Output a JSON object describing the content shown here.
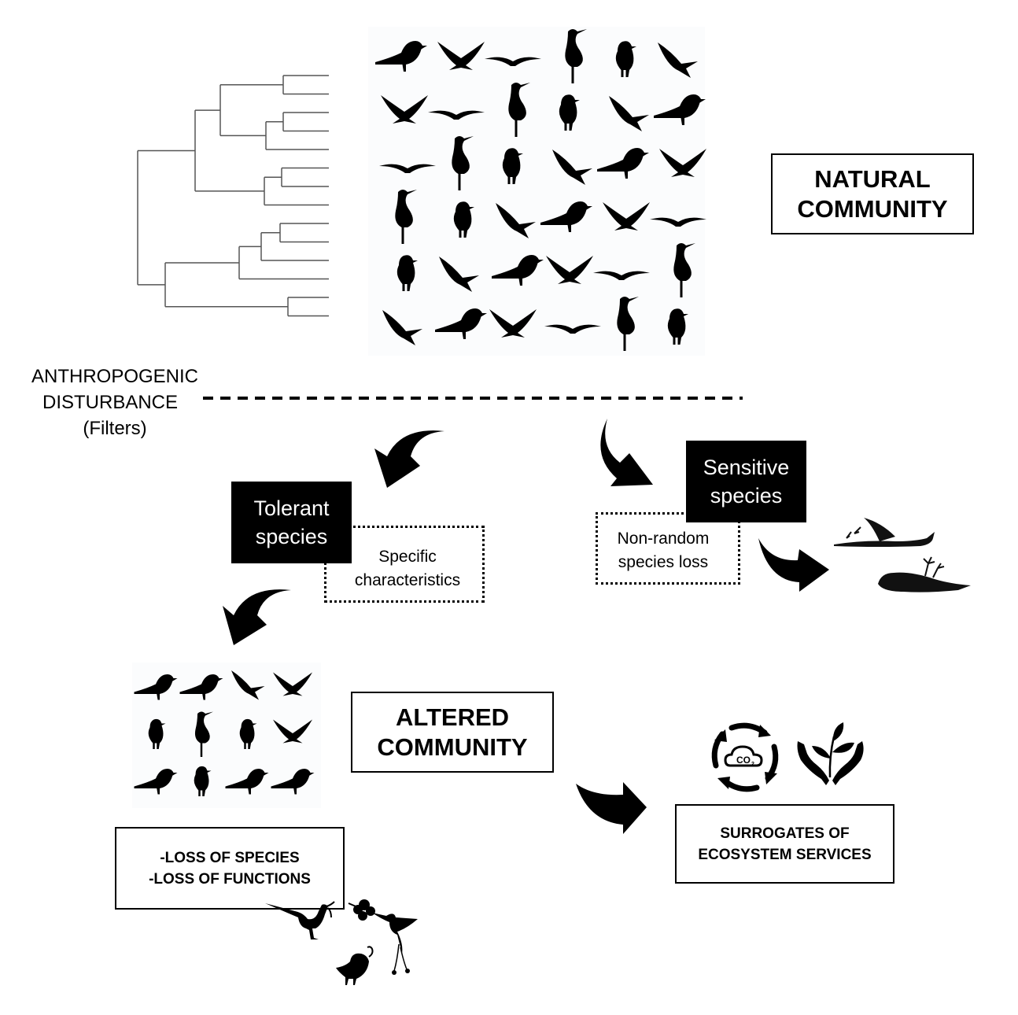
{
  "natural_community": {
    "label_line1": "NATURAL",
    "label_line2": "COMMUNITY",
    "phylogeny": {
      "leaf_count": 14,
      "icon": "phylogenetic-tree-icon"
    },
    "bird_panel": {
      "icon": "bird-silhouettes-icon",
      "rows": 6,
      "birds_per_row": 6
    }
  },
  "disturbance": {
    "line1": "ANTHROPOGENIC",
    "line2": "DISTURBANCE",
    "line3": "(Filters)"
  },
  "tolerant": {
    "line1": "Tolerant",
    "line2": "species",
    "note_line1": "Specific",
    "note_line2": "characteristics"
  },
  "sensitive": {
    "line1": "Sensitive",
    "line2": "species",
    "note_line1": "Non-random",
    "note_line2": "species loss",
    "icon": "dead-bird-icon"
  },
  "altered_community": {
    "label_line1": "ALTERED",
    "label_line2": "COMMUNITY",
    "bird_panel": {
      "icon": "bird-silhouettes-icon",
      "rows": 3,
      "birds_per_row": 4
    }
  },
  "losses": {
    "line1": "-LOSS OF SPECIES",
    "line2": "-LOSS OF FUNCTIONS",
    "icon": "functional-birds-icon"
  },
  "services": {
    "line1": "SURROGATES OF",
    "line2": "ECOSYSTEM SERVICES",
    "co2_label": "CO",
    "co2_sub": "2",
    "icons": [
      "co2-cycle-icon",
      "hands-plant-icon"
    ]
  },
  "colors": {
    "ink": "#000000",
    "background": "#ffffff",
    "tree_line": "#555555"
  }
}
